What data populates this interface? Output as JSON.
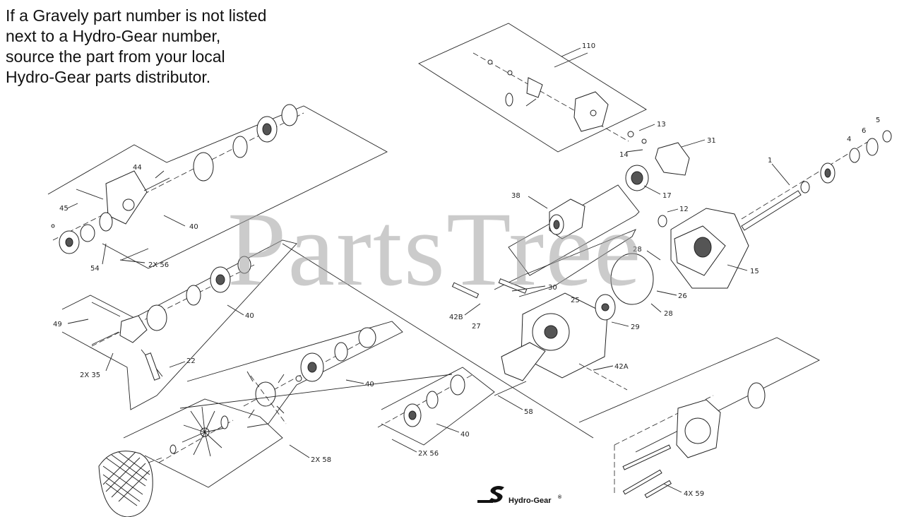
{
  "note": {
    "lines": [
      "If a Gravely part number is not listed",
      "next to a Hydro-Gear number,",
      "source the part from your local",
      "Hydro-Gear parts distributor."
    ]
  },
  "watermark": "PartsTree",
  "logo": {
    "text": "Hydro-Gear",
    "mark": "®"
  },
  "callouts": {
    "c110": "110",
    "c13": "13",
    "c14": "14",
    "c31": "31",
    "c5": "5",
    "c6": "6",
    "c4": "4",
    "c1": "1",
    "c17": "17",
    "c38": "38",
    "c12": "12",
    "c44": "44",
    "c45": "45",
    "c40a": "40",
    "c54": "54",
    "c2x56a": "2X 56",
    "c28": "28",
    "c15": "15",
    "c40b": "40",
    "c49": "49",
    "c30": "30",
    "c25": "25",
    "c26": "26",
    "c28b": "28",
    "c29": "29",
    "c42b": "42B",
    "c27": "27",
    "c2x35": "2X 35",
    "c22": "22",
    "c42a": "42A",
    "c40c": "40",
    "c58a": "58",
    "c40d": "40",
    "c2x56b": "2X 56",
    "c2x58": "2X 58",
    "c4x59": "4X 59"
  }
}
